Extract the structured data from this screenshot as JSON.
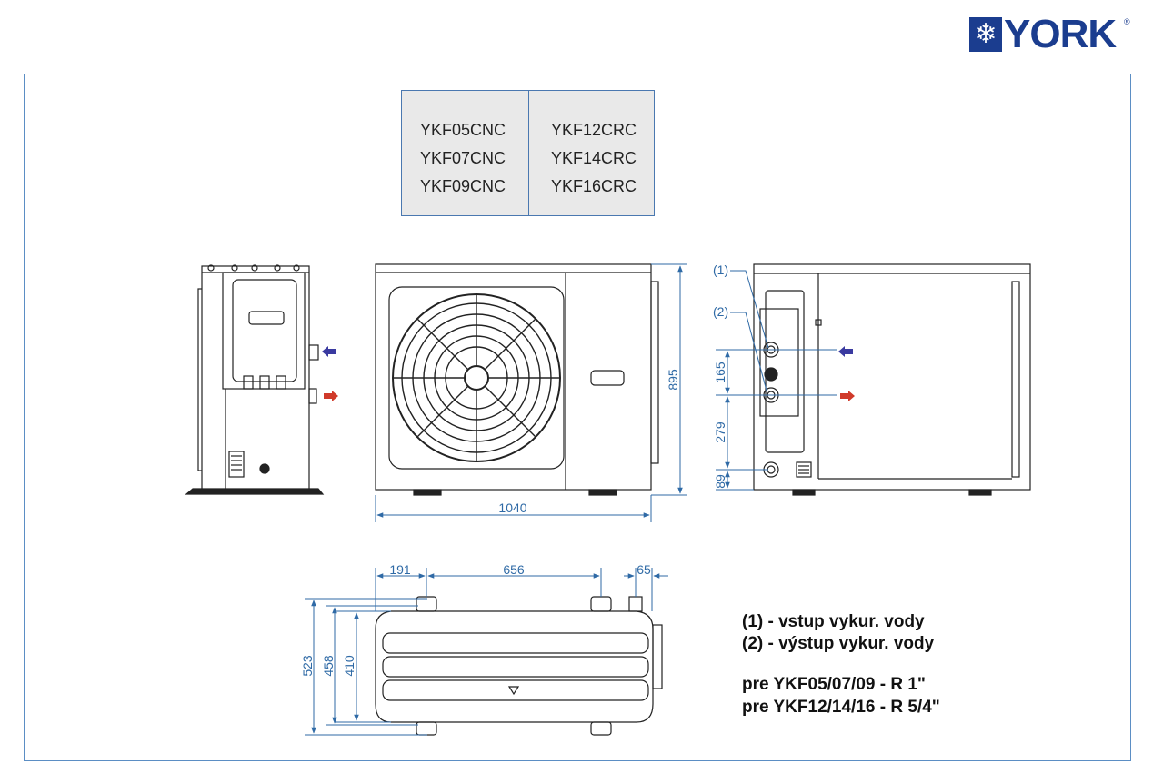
{
  "brand": {
    "name": "YORK",
    "registered": "®"
  },
  "models": {
    "left": [
      "YKF05CNC",
      "YKF07CNC",
      "YKF09CNC"
    ],
    "right": [
      "YKF12CRC",
      "YKF14CRC",
      "YKF16CRC"
    ]
  },
  "dimensions": {
    "height": "895",
    "width": "1040",
    "right_165": "165",
    "right_279": "279",
    "right_89": "89",
    "top_191": "191",
    "top_656": "656",
    "top_65": "65",
    "depth_523": "523",
    "depth_458": "458",
    "depth_410": "410"
  },
  "callouts": {
    "one": "(1)",
    "two": "(2)"
  },
  "legend": {
    "line1": "(1) - vstup vykur. vody",
    "line2": "(2) - výstup vykur. vody",
    "line3": "pre YKF05/07/09 - R 1\"",
    "line4": "pre YKF12/14/16 - R 5/4\""
  },
  "colors": {
    "frame": "#5b8ec4",
    "dimension": "#2f6aa6",
    "inlet_arrow": "#3a3aa0",
    "outlet_arrow": "#d03a2a",
    "brand": "#1b3d8f"
  }
}
